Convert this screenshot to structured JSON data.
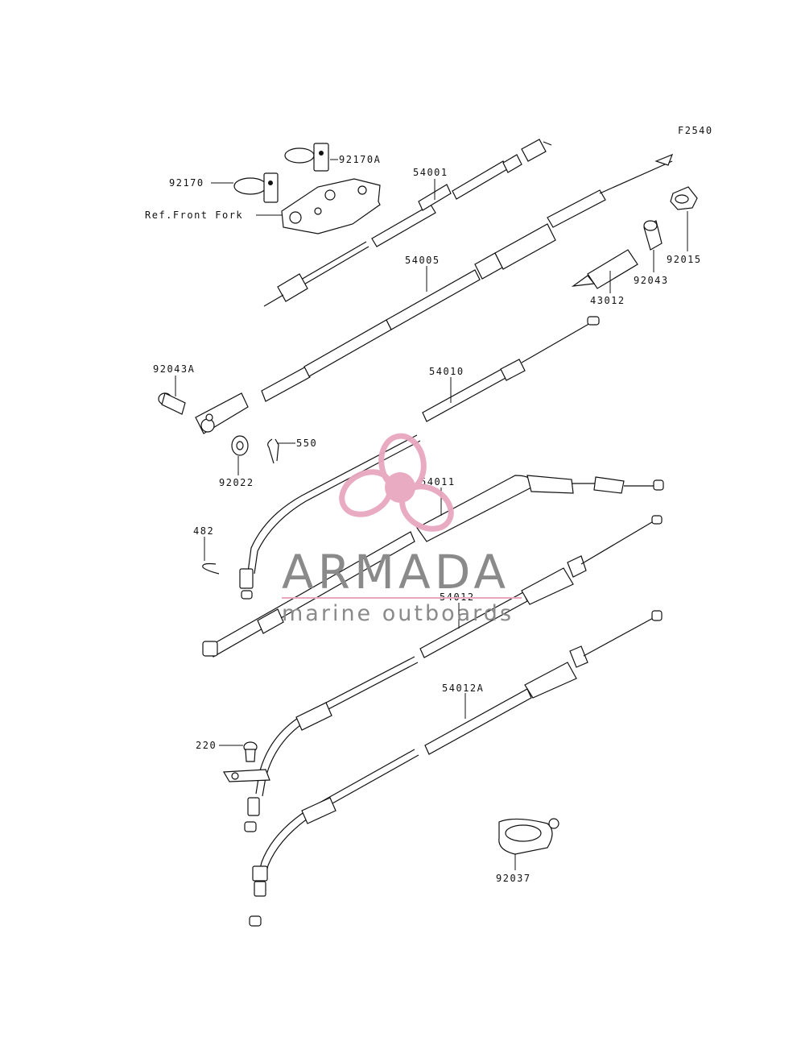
{
  "figure_code": "F2540",
  "labels": {
    "p92170A": "92170A",
    "p92170": "92170",
    "p54001": "54001",
    "ref_front_fork": "Ref.Front Fork",
    "p54005": "54005",
    "p92015": "92015",
    "p92043": "92043",
    "p43012": "43012",
    "p92043A": "92043A",
    "p54010": "54010",
    "p550": "550",
    "p92022": "92022",
    "p54011": "54011",
    "p482": "482",
    "p54012": "54012",
    "p54012A": "54012A",
    "p220": "220",
    "p92037": "92037"
  },
  "watermark": {
    "brand": "ARMADA",
    "tagline": "marine outboards",
    "accent_color": "#e8a7bf",
    "text_color": "#8a8a8a"
  }
}
